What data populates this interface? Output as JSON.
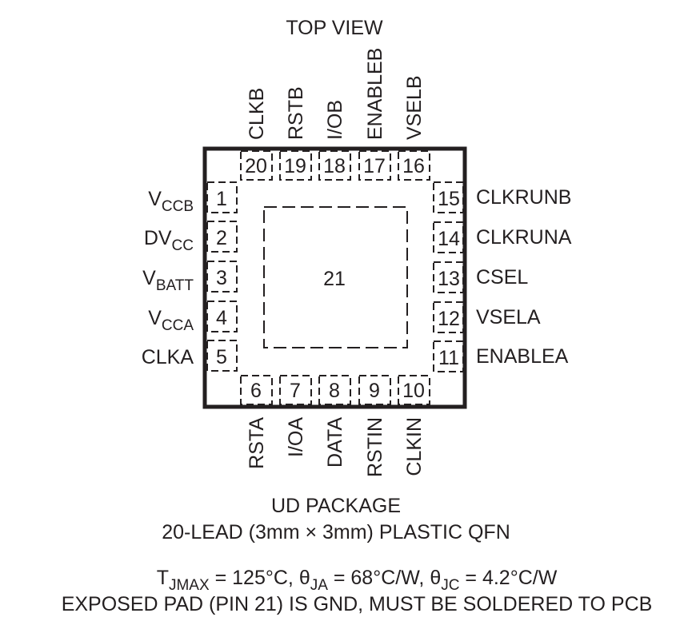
{
  "view_label": "TOP VIEW",
  "exposed_pad": {
    "number": "21"
  },
  "pins": {
    "left": [
      {
        "number": "1",
        "name": "V",
        "sub": "CCB"
      },
      {
        "number": "2",
        "name": "DV",
        "sub": "CC"
      },
      {
        "number": "3",
        "name": "V",
        "sub": "BATT"
      },
      {
        "number": "4",
        "name": "V",
        "sub": "CCA"
      },
      {
        "number": "5",
        "name": "CLKA",
        "sub": ""
      }
    ],
    "bottom": [
      {
        "number": "6",
        "name": "RSTA"
      },
      {
        "number": "7",
        "name": "I/OA"
      },
      {
        "number": "8",
        "name": "DATA"
      },
      {
        "number": "9",
        "name": "RSTIN"
      },
      {
        "number": "10",
        "name": "CLKIN"
      }
    ],
    "right": [
      {
        "number": "11",
        "name": "ENABLEA"
      },
      {
        "number": "12",
        "name": "VSELA"
      },
      {
        "number": "13",
        "name": "CSEL"
      },
      {
        "number": "14",
        "name": "CLKRUNA"
      },
      {
        "number": "15",
        "name": "CLKRUNB"
      }
    ],
    "top": [
      {
        "number": "16",
        "name": "VSELB"
      },
      {
        "number": "17",
        "name": "ENABLEB"
      },
      {
        "number": "18",
        "name": "I/OB"
      },
      {
        "number": "19",
        "name": "RSTB"
      },
      {
        "number": "20",
        "name": "CLKB"
      }
    ]
  },
  "package": {
    "line1": "UD PACKAGE",
    "line2": "20-LEAD (3mm × 3mm) PLASTIC QFN"
  },
  "thermal": {
    "tjmax_sym": "T",
    "tjmax_sub": "JMAX",
    "tjmax_val": " = 125°C, ",
    "theta_ja_sym": "θ",
    "theta_ja_sub": "JA",
    "theta_ja_val": " = 68°C/W, ",
    "theta_jc_sym": "θ",
    "theta_jc_sub": "JC",
    "theta_jc_val": " = 4.2°C/W"
  },
  "note": "EXPOSED PAD (PIN 21) IS GND, MUST BE SOLDERED TO PCB"
}
